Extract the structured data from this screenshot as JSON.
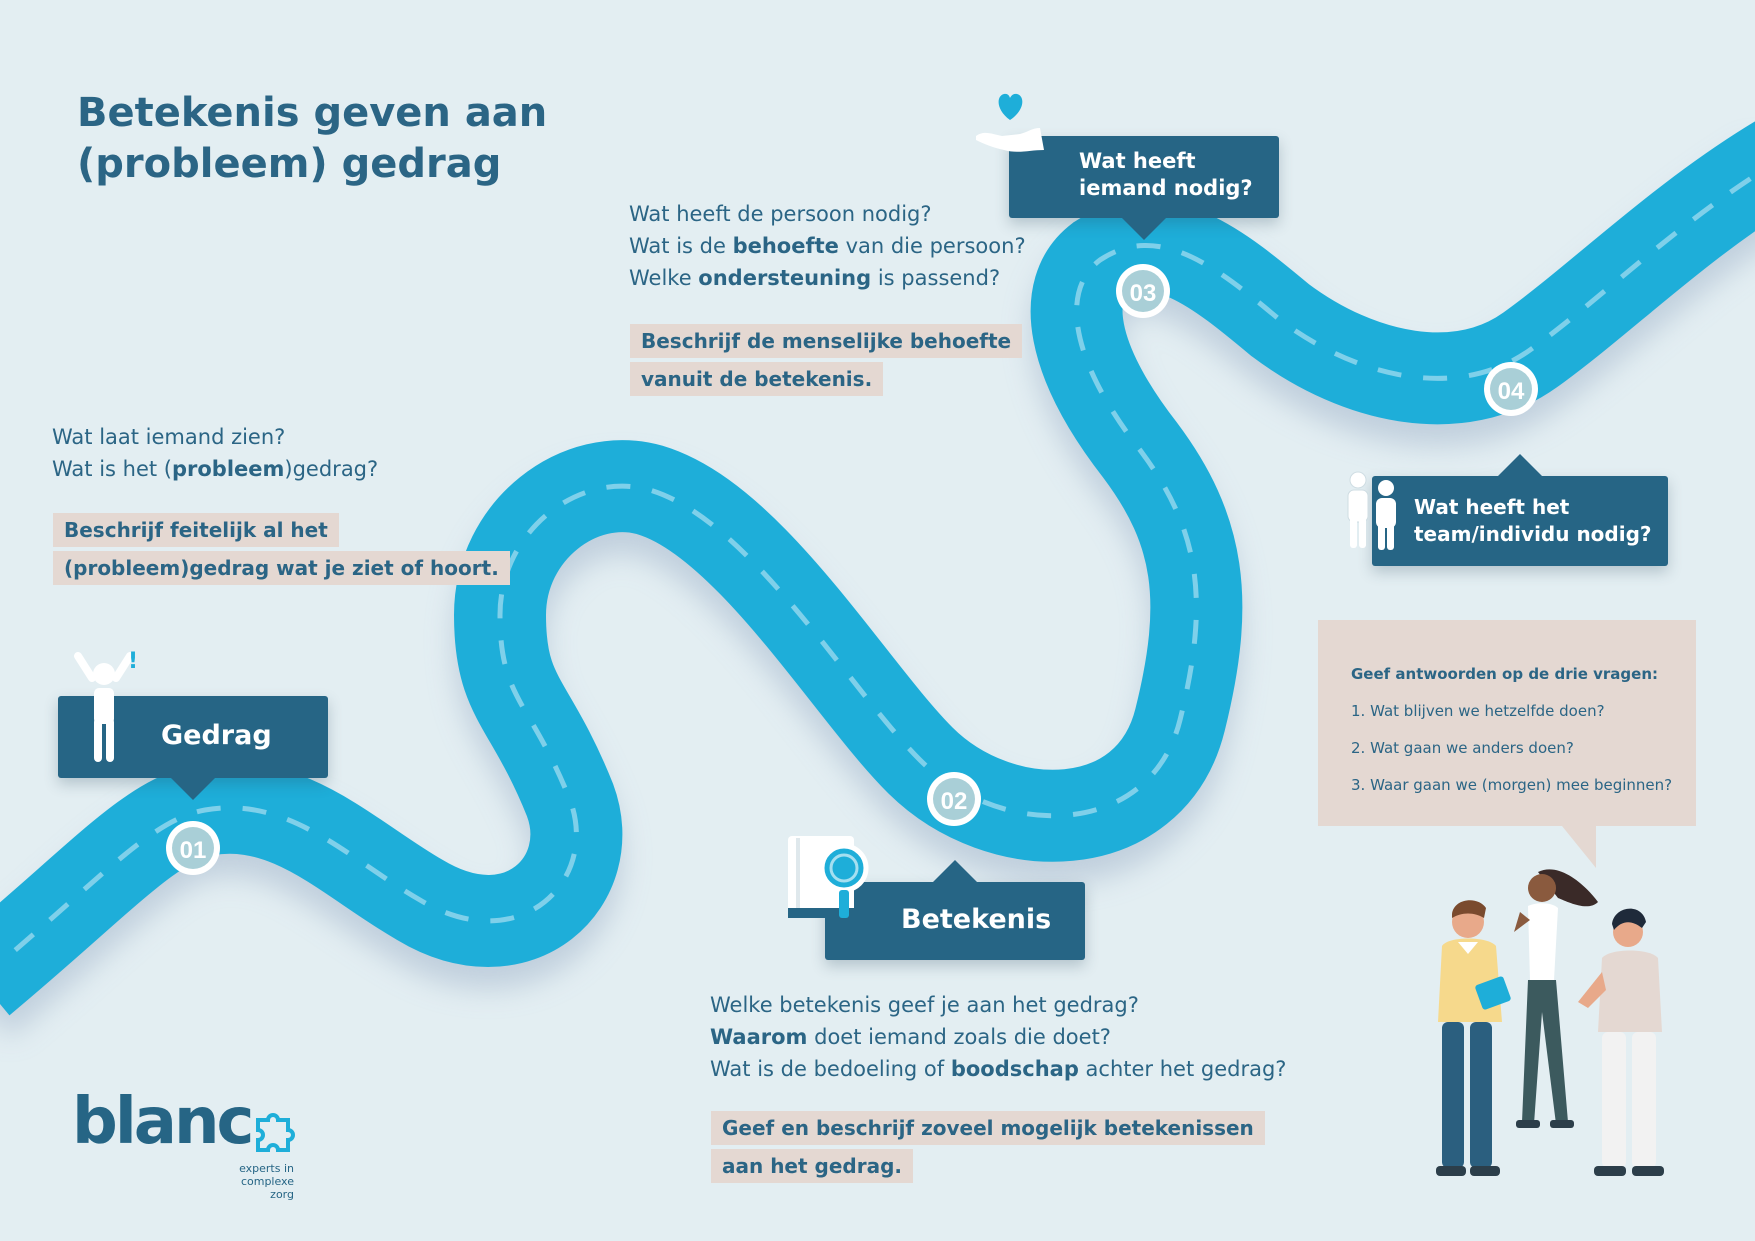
{
  "title": {
    "line1": "Betekenis geven aan",
    "line2": "(probleem) gedrag"
  },
  "steps": [
    {
      "number": "01",
      "label": "Gedrag",
      "questions": [
        "Wat laat iemand zien?",
        "Wat is het (",
        "probleem",
        ")gedrag?"
      ],
      "q1": "Wat laat iemand zien?",
      "q2_pre": "Wat is het (",
      "q2_bold": "probleem",
      "q2_post": ")gedrag?",
      "instruction_line1": "Beschrijf feitelijk al het",
      "instruction_line2": "(probleem)gedrag wat je ziet of hoort."
    },
    {
      "number": "02",
      "label": "Betekenis",
      "q1": "Welke betekenis geef je aan het gedrag?",
      "q2_bold": "Waarom",
      "q2_post": " doet iemand zoals die doet?",
      "q3_pre": "Wat is de bedoeling of ",
      "q3_bold": "boodschap",
      "q3_post": " achter het gedrag?",
      "instruction_line1": "Geef en beschrijf zoveel mogelijk betekenissen",
      "instruction_line2": "aan het gedrag."
    },
    {
      "number": "03",
      "label_line1": "Wat heeft",
      "label_line2": "iemand nodig?",
      "q1": "Wat heeft de persoon nodig?",
      "q2_pre": "Wat is de ",
      "q2_bold": "behoefte",
      "q2_post": " van die persoon?",
      "q3_pre": "Welke ",
      "q3_bold": "ondersteuning",
      "q3_post": " is passend?",
      "instruction_line1": "Beschrijf de menselijke behoefte",
      "instruction_line2": "vanuit de betekenis."
    },
    {
      "number": "04",
      "label_line1": "Wat heeft het",
      "label_line2": "team/individu nodig?"
    }
  ],
  "advice": {
    "heading": "Geef antwoorden op de drie vragen:",
    "items": [
      "1. Wat blijven we hetzelfde doen?",
      "2. Wat gaan we anders doen?",
      "3. Waar gaan we (morgen) mee beginnen?"
    ]
  },
  "logo": {
    "word": "blanc",
    "tagline_line1": "experts in",
    "tagline_line2": "complexe zorg"
  },
  "icons": {
    "step1": "stressed-person-icon",
    "step2": "book-magnifier-icon",
    "step3": "hand-heart-icon",
    "step4": "two-people-icon",
    "logo": "puzzle-icon"
  },
  "colors": {
    "background": "#e3eef2",
    "road": "#1eaed9",
    "road_dash": "#7fd0ea",
    "label_box": "#266585",
    "highlight": "#e4d8d2",
    "text": "#2b6585",
    "heart": "#1eaed9"
  }
}
